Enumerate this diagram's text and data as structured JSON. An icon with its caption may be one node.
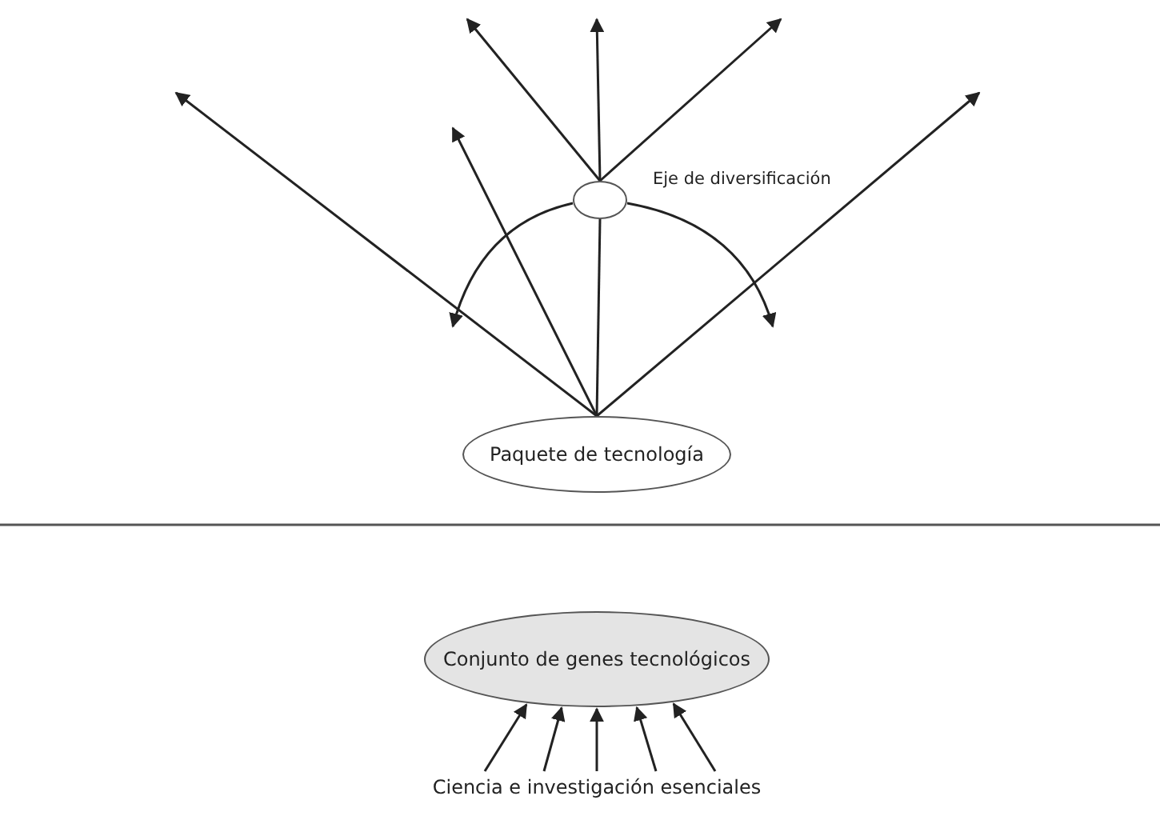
{
  "diagram": {
    "nodes": [
      {
        "text": [
          "Paquete de tecnología"
        ]
      },
      {
        "text": [],
        "shape": "circle",
        "beside": [
          "Eje de diversificación"
        ]
      },
      {
        "text": [
          "Conjunto de genes tecnológicos"
        ]
      },
      {
        "text": [
          "Ciencia e investigación esenciales"
        ]
      }
    ],
    "edges": [
      {
        "from": 0,
        "to": null,
        "arrow": "to"
      },
      {
        "from": 0,
        "to": null,
        "arrow": "to"
      },
      {
        "from": 0,
        "to": 1,
        "arrow": "none"
      },
      {
        "from": 0,
        "to": null,
        "arrow": "to"
      },
      {
        "from": 1,
        "to": null,
        "arrow": "to"
      },
      {
        "from": 1,
        "to": null,
        "arrow": "to"
      },
      {
        "from": 1,
        "to": null,
        "arrow": "to"
      },
      {
        "from": 3,
        "to": 2,
        "arrow": "to"
      },
      {
        "from": 3,
        "to": 2,
        "arrow": "to"
      },
      {
        "from": 3,
        "to": 2,
        "arrow": "to"
      },
      {
        "from": 3,
        "to": 2,
        "arrow": "to"
      },
      {
        "from": 3,
        "to": 2,
        "arrow": "to"
      }
    ]
  }
}
